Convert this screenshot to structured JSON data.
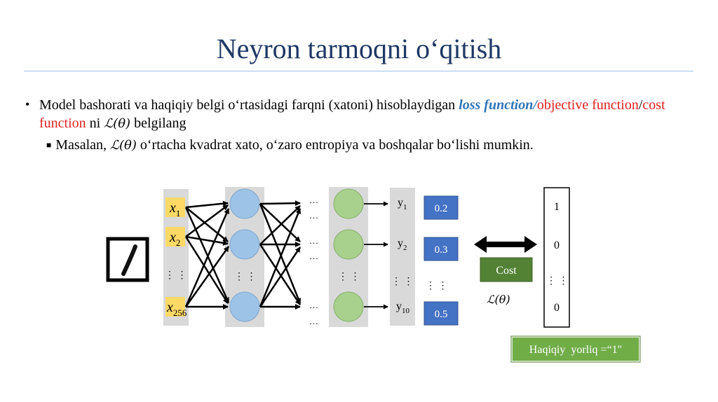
{
  "title": "Neyron tarmoqni o‘qitish",
  "bullet1": {
    "text_a": "Model bashorati va haqiqiy belgi o‘rtasidagi farqni (xatoni) hisoblaydigan ",
    "loss": "loss function",
    "slash1": "/",
    "objective": "objective function",
    "slash2": "/",
    "cost": "cost function",
    "text_b": " ni ",
    "math": "ℒ(θ)",
    "text_c": " belgilang"
  },
  "bullet2": {
    "text_a": "Masalan, ",
    "math": "ℒ(θ)",
    "text_b": " o‘rtacha kvadrat xato, o‘zaro entropiya va boshqalar bo‘lishi mumkin."
  },
  "diagram": {
    "inputs": [
      {
        "base": "x",
        "sub": "1"
      },
      {
        "base": "x",
        "sub": "2"
      },
      {
        "base": "x",
        "sub": "256"
      }
    ],
    "dots_vertical": "⋮ ⋮",
    "dots_horizontal": "…",
    "outputs": [
      {
        "base": "y",
        "sub": "1"
      },
      {
        "base": "y",
        "sub": "2"
      },
      {
        "base": "y",
        "sub": "10"
      }
    ],
    "predictions": [
      "0.2",
      "0.3",
      "0.5"
    ],
    "cost_label": "Cost",
    "loss_label": "ℒ(θ)",
    "target_values": [
      "1",
      "0",
      "0"
    ],
    "true_label": "Haqiqiy  yorliq =“1\"",
    "colors": {
      "input_box": "#ffd966",
      "hidden1": "#9dc3e6",
      "hidden2": "#a9d18e",
      "pred_box": "#4472c4",
      "cost_box": "#548235",
      "true_box": "#70ad47",
      "layer_bg": "#d9d9d9"
    }
  }
}
